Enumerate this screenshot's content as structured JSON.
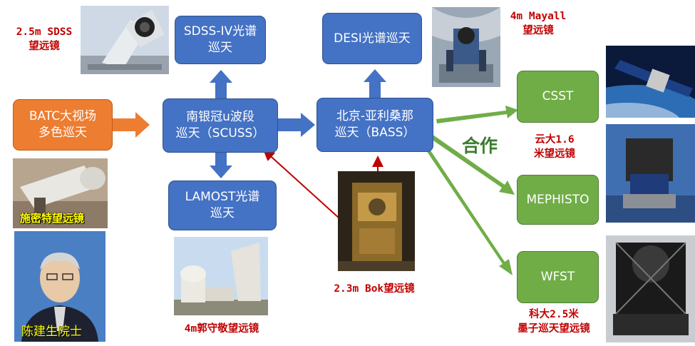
{
  "boxes": {
    "batc": "BATC大视场\n多色巡天",
    "scuss": "南银冠u波段\n巡天（SCUSS）",
    "sdss": "SDSS-IV光谱\n巡天",
    "lamost": "LAMOST光谱\n巡天",
    "bass": "北京-亚利桑那\n巡天（BASS）",
    "desi": "DESI光谱巡天",
    "csst": "CSST",
    "mephisto": "MEPHISTO",
    "wfst": "WFST"
  },
  "labels": {
    "sdss_tel": "2.5m SDSS\n望远镜",
    "mayall": "4m Mayall\n望远镜",
    "bok": "2.3m Bok望远镜",
    "guoshoujing": "4m郭守敬望远镜",
    "yunda": "云大1.6\n米望远镜",
    "keda": "科大2.5米\n墨子巡天望远镜",
    "schmidt": "施密特望远镜",
    "academician": "陈建生院士",
    "cooperation": "合作"
  },
  "colors": {
    "blue": "#4472c4",
    "orange": "#ed7d31",
    "green": "#70ad47",
    "red_text": "#c00000",
    "cooperation_text": "#3a7d2c",
    "caption_yellow": "#ffff00"
  }
}
